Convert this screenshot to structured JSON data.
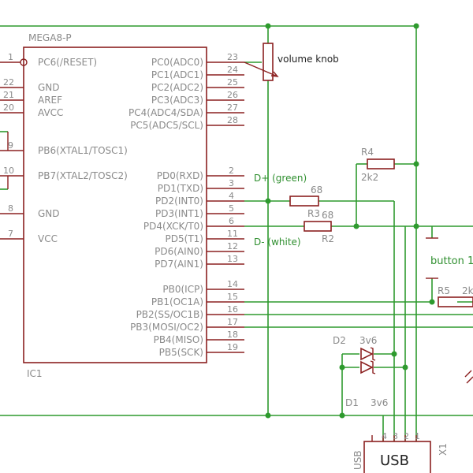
{
  "ic1": {
    "part": "MEGA8-P",
    "ref": "IC1",
    "left_pins": [
      {
        "num": "1",
        "name": "PC6(/RESET)"
      },
      {
        "num": "22",
        "name": "GND"
      },
      {
        "num": "21",
        "name": "AREF"
      },
      {
        "num": "20",
        "name": "AVCC"
      },
      {
        "num": "9",
        "name": "PB6(XTAL1/TOSC1)"
      },
      {
        "num": "10",
        "name": "PB7(XTAL2/TOSC2)"
      },
      {
        "num": "8",
        "name": "GND"
      },
      {
        "num": "7",
        "name": "VCC"
      }
    ],
    "right_pins": [
      {
        "num": "23",
        "name": "PC0(ADC0)"
      },
      {
        "num": "24",
        "name": "PC1(ADC1)"
      },
      {
        "num": "25",
        "name": "PC2(ADC2)"
      },
      {
        "num": "26",
        "name": "PC3(ADC3)"
      },
      {
        "num": "27",
        "name": "PC4(ADC4/SDA)"
      },
      {
        "num": "28",
        "name": "PC5(ADC5/SCL)"
      },
      {
        "num": "2",
        "name": "PD0(RXD)"
      },
      {
        "num": "3",
        "name": "PD1(TXD)"
      },
      {
        "num": "4",
        "name": "PD2(INT0)"
      },
      {
        "num": "5",
        "name": "PD3(INT1)"
      },
      {
        "num": "6",
        "name": "PD4(XCK/T0)"
      },
      {
        "num": "11",
        "name": "PD5(T1)"
      },
      {
        "num": "12",
        "name": "PD6(AIN0)"
      },
      {
        "num": "13",
        "name": "PD7(AIN1)"
      },
      {
        "num": "14",
        "name": "PB0(ICP)"
      },
      {
        "num": "15",
        "name": "PB1(OC1A)"
      },
      {
        "num": "16",
        "name": "PB2(SS/OC1B)"
      },
      {
        "num": "17",
        "name": "PB3(MOSI/OC2)"
      },
      {
        "num": "18",
        "name": "PB4(MISO)"
      },
      {
        "num": "19",
        "name": "PB5(SCK)"
      }
    ]
  },
  "components": {
    "pot": "volume knob",
    "r4_ref": "R4",
    "r4_val": "2k2",
    "r3_ref": "R3",
    "r3_val": "68",
    "r2_ref": "R2",
    "r2_val": "68",
    "r5_ref": "R5",
    "r5_val": "2k",
    "d2_ref": "D2",
    "d2_val": "3v6",
    "d1_ref": "D1",
    "d1_val": "3v6",
    "button": "button 1",
    "usb_label": "USB",
    "usb_ref": "X1",
    "usb_side": "USB",
    "usb_pins": [
      "4",
      "3",
      "2",
      "1"
    ]
  },
  "nets": {
    "dplus": "D+ (green)",
    "dminus": "D- (white)"
  },
  "colors": {
    "wire": "#2e9a2e",
    "component": "#8b2020",
    "text": "#8a8a8a",
    "net_label": "#2f8f2f"
  }
}
